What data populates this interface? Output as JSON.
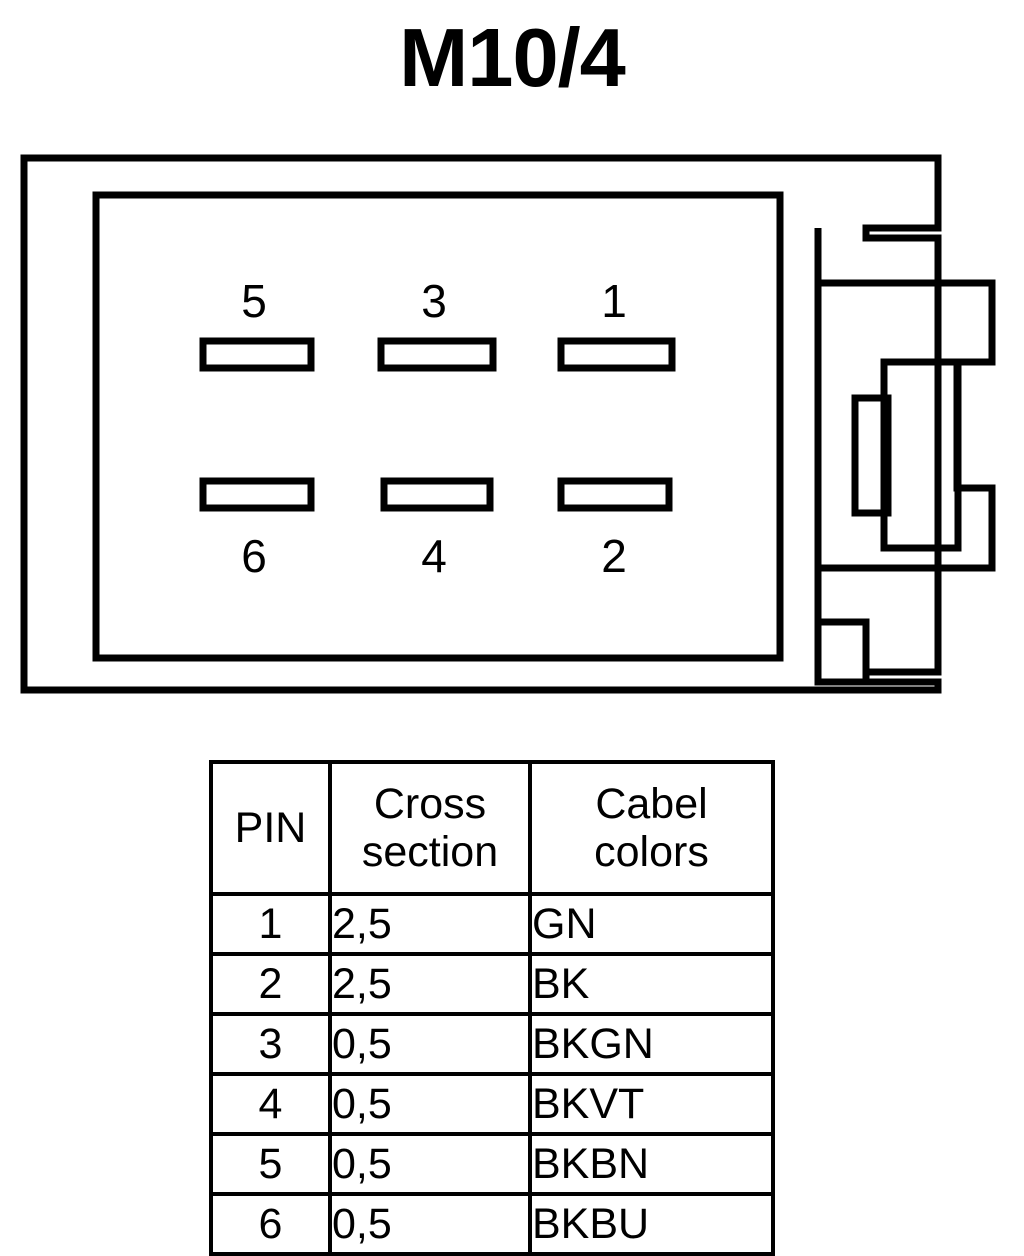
{
  "title": "M10/4",
  "connector": {
    "pins_top_row": [
      "5",
      "3",
      "1"
    ],
    "pins_bottom_row": [
      "6",
      "4",
      "2"
    ],
    "slot_count": 6,
    "line_color": "#000000",
    "background_color": "#ffffff"
  },
  "table": {
    "headers": {
      "pin": "PIN",
      "cross_section_line1": "Cross",
      "cross_section_line2": "section",
      "cable_colors_line1": "Cabel",
      "cable_colors_line2": "colors"
    },
    "rows": [
      {
        "pin": "1",
        "cross_section": "2,5",
        "cable_color": "GN"
      },
      {
        "pin": "2",
        "cross_section": "2,5",
        "cable_color": "BK"
      },
      {
        "pin": "3",
        "cross_section": "0,5",
        "cable_color": "BKGN"
      },
      {
        "pin": "4",
        "cross_section": "0,5",
        "cable_color": "BKVT"
      },
      {
        "pin": "5",
        "cross_section": "0,5",
        "cable_color": "BKBN"
      },
      {
        "pin": "6",
        "cross_section": "0,5",
        "cable_color": "BKBU"
      }
    ]
  }
}
